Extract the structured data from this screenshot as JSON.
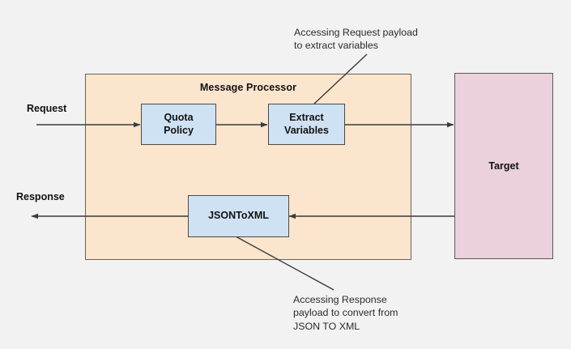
{
  "diagram": {
    "background_color": "#f2f2f2",
    "container": {
      "title": "Message Processor",
      "fill_color": "#fce5cd",
      "stroke_color": "#6b6257"
    },
    "policies": [
      {
        "id": "quota-policy",
        "label": "Quota\nPolicy",
        "fill_color": "#cfe2f3"
      },
      {
        "id": "extract-variables",
        "label": "Extract\nVariables",
        "fill_color": "#cfe2f3"
      },
      {
        "id": "jsontoxml",
        "label": "JSONToXML",
        "fill_color": "#cfe2f3"
      }
    ],
    "target": {
      "label": "Target",
      "fill_color": "#ead1dc",
      "stroke_color": "#5a5a5a"
    },
    "flow_labels": {
      "request": "Request",
      "response": "Response"
    },
    "annotations": [
      {
        "id": "request-annotation",
        "text": "Accessing Request payload\nto extract variables"
      },
      {
        "id": "response-annotation",
        "text": "Accessing Response\npayload to convert from\nJSON TO XML"
      }
    ],
    "edge_color": "#3a3a3a"
  }
}
